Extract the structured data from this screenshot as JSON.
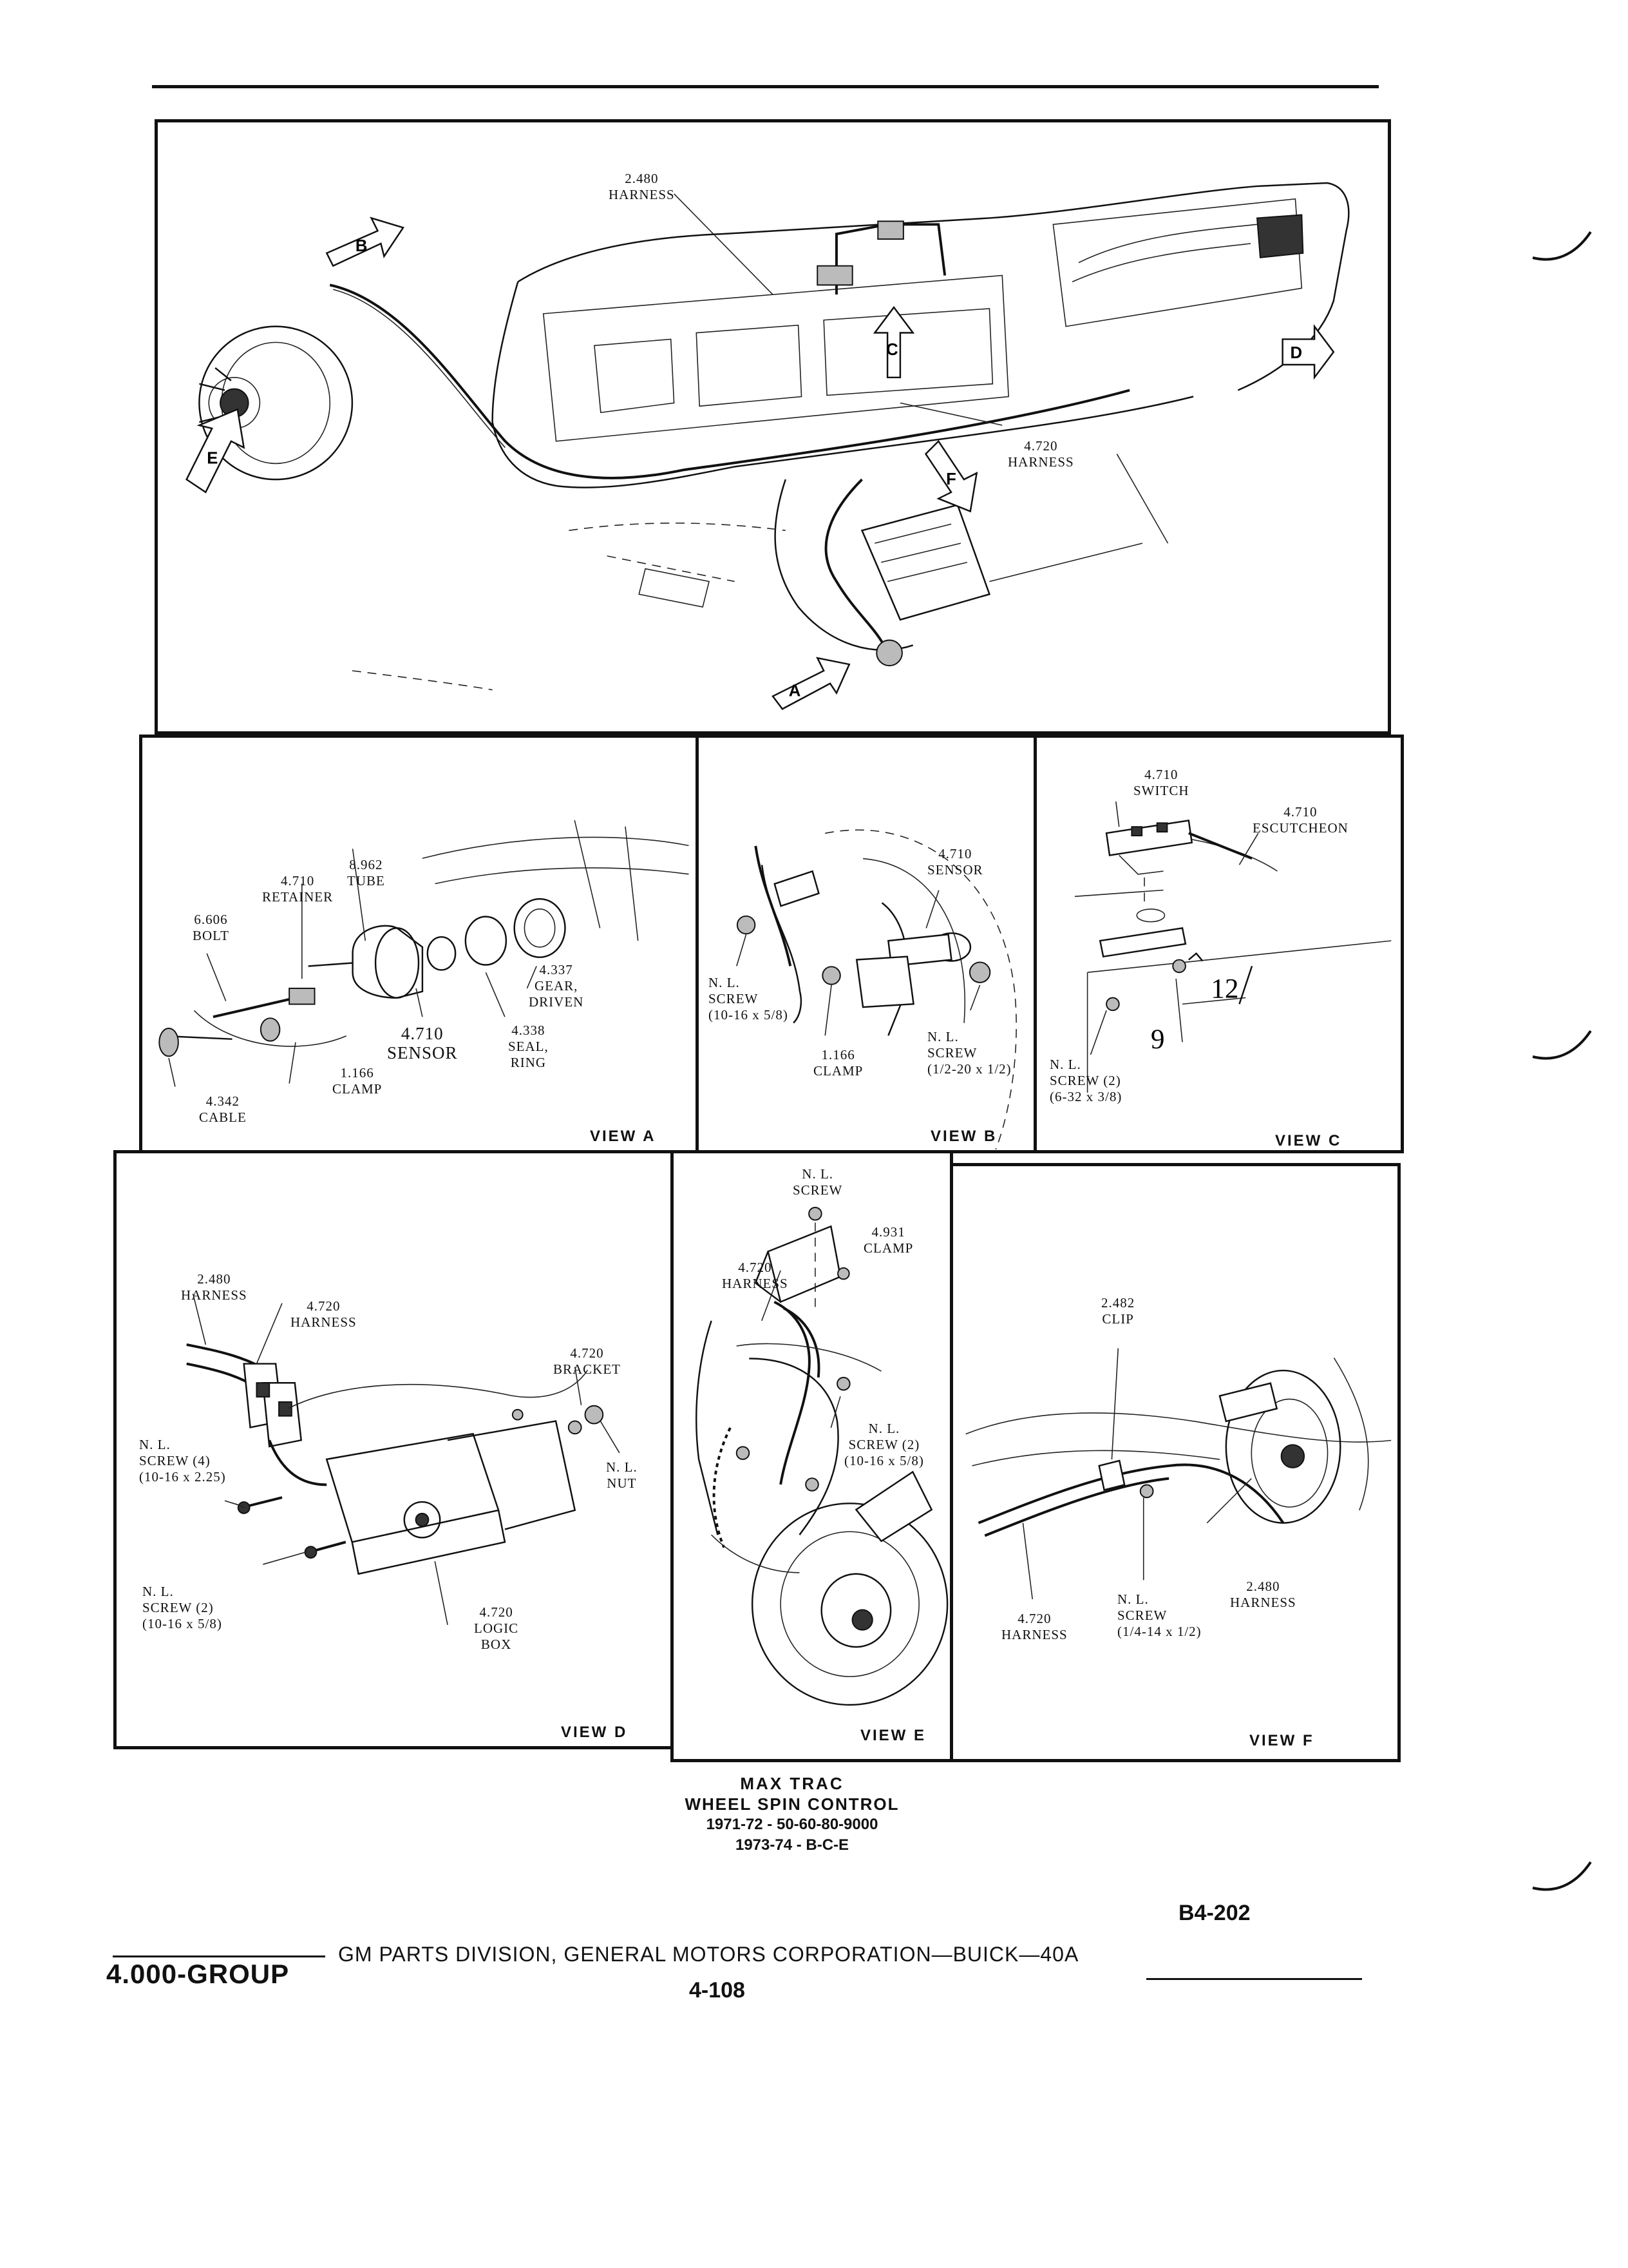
{
  "header_rule": true,
  "main_view": {
    "labels": {
      "harness_top": "2.480\nHARNESS",
      "harness_mid": "4.720\nHARNESS"
    },
    "arrows": [
      "B",
      "C",
      "D",
      "E",
      "F",
      "A"
    ]
  },
  "view_a": {
    "tag": "VIEW A",
    "labels": {
      "tube": "8.962\nTUBE",
      "retainer": "4.710\nRETAINER",
      "bolt": "6.606\nBOLT",
      "gear": "4.337\nGEAR,\nDRIVEN",
      "seal": "4.338\nSEAL,\nRING",
      "sensor": "4.710\nSENSOR",
      "cable": "4.342\nCABLE",
      "clamp": "1.166\nCLAMP"
    }
  },
  "view_b": {
    "tag": "VIEW B",
    "labels": {
      "sensor": "4.710\nSENSOR",
      "screw_left": "N. L.\nSCREW\n(10-16 x 5/8)",
      "clamp": "1.166\nCLAMP",
      "screw_right": "N. L.\nSCREW\n(1/2-20 x 1/2)"
    }
  },
  "view_c": {
    "tag": "VIEW C",
    "labels": {
      "switch": "4.710\nSWITCH",
      "escutcheon": "4.710\nESCUTCHEON",
      "screw": "N. L.\nSCREW (2)\n(6-32 x 3/8)"
    }
  },
  "view_d": {
    "tag": "VIEW D",
    "labels": {
      "harness_a": "2.480\nHARNESS",
      "harness_b": "4.720\nHARNESS",
      "bracket": "4.720\nBRACKET",
      "screw4": "N. L.\nSCREW (4)\n(10-16 x 2.25)",
      "nut": "N. L.\nNUT",
      "screw2": "N. L.\nSCREW (2)\n(10-16 x 5/8)",
      "logic_box": "4.720\nLOGIC\nBOX"
    }
  },
  "view_e": {
    "tag": "VIEW E",
    "labels": {
      "screw_top": "N. L.\nSCREW",
      "clamp": "4.931\nCLAMP",
      "harness": "4.720\nHARNESS",
      "screw2": "N. L.\nSCREW (2)\n(10-16 x 5/8)"
    }
  },
  "view_f": {
    "tag": "VIEW F",
    "labels": {
      "clip": "2.482\nCLIP",
      "harness_right": "2.480\nHARNESS",
      "screw": "N. L.\nSCREW\n(1/4-14 x 1/2)",
      "harness_left": "4.720\nHARNESS"
    }
  },
  "caption": {
    "line1": "MAX TRAC",
    "line2": "WHEEL SPIN CONTROL",
    "line3": "1971-72 - 50-60-80-9000",
    "line4": "1973-74 - B-C-E"
  },
  "ref_code": "B4-202",
  "footer": {
    "group": "4.000-GROUP",
    "division": "GM PARTS DIVISION, GENERAL MOTORS CORPORATION—BUICK—40A",
    "page": "4-108"
  }
}
